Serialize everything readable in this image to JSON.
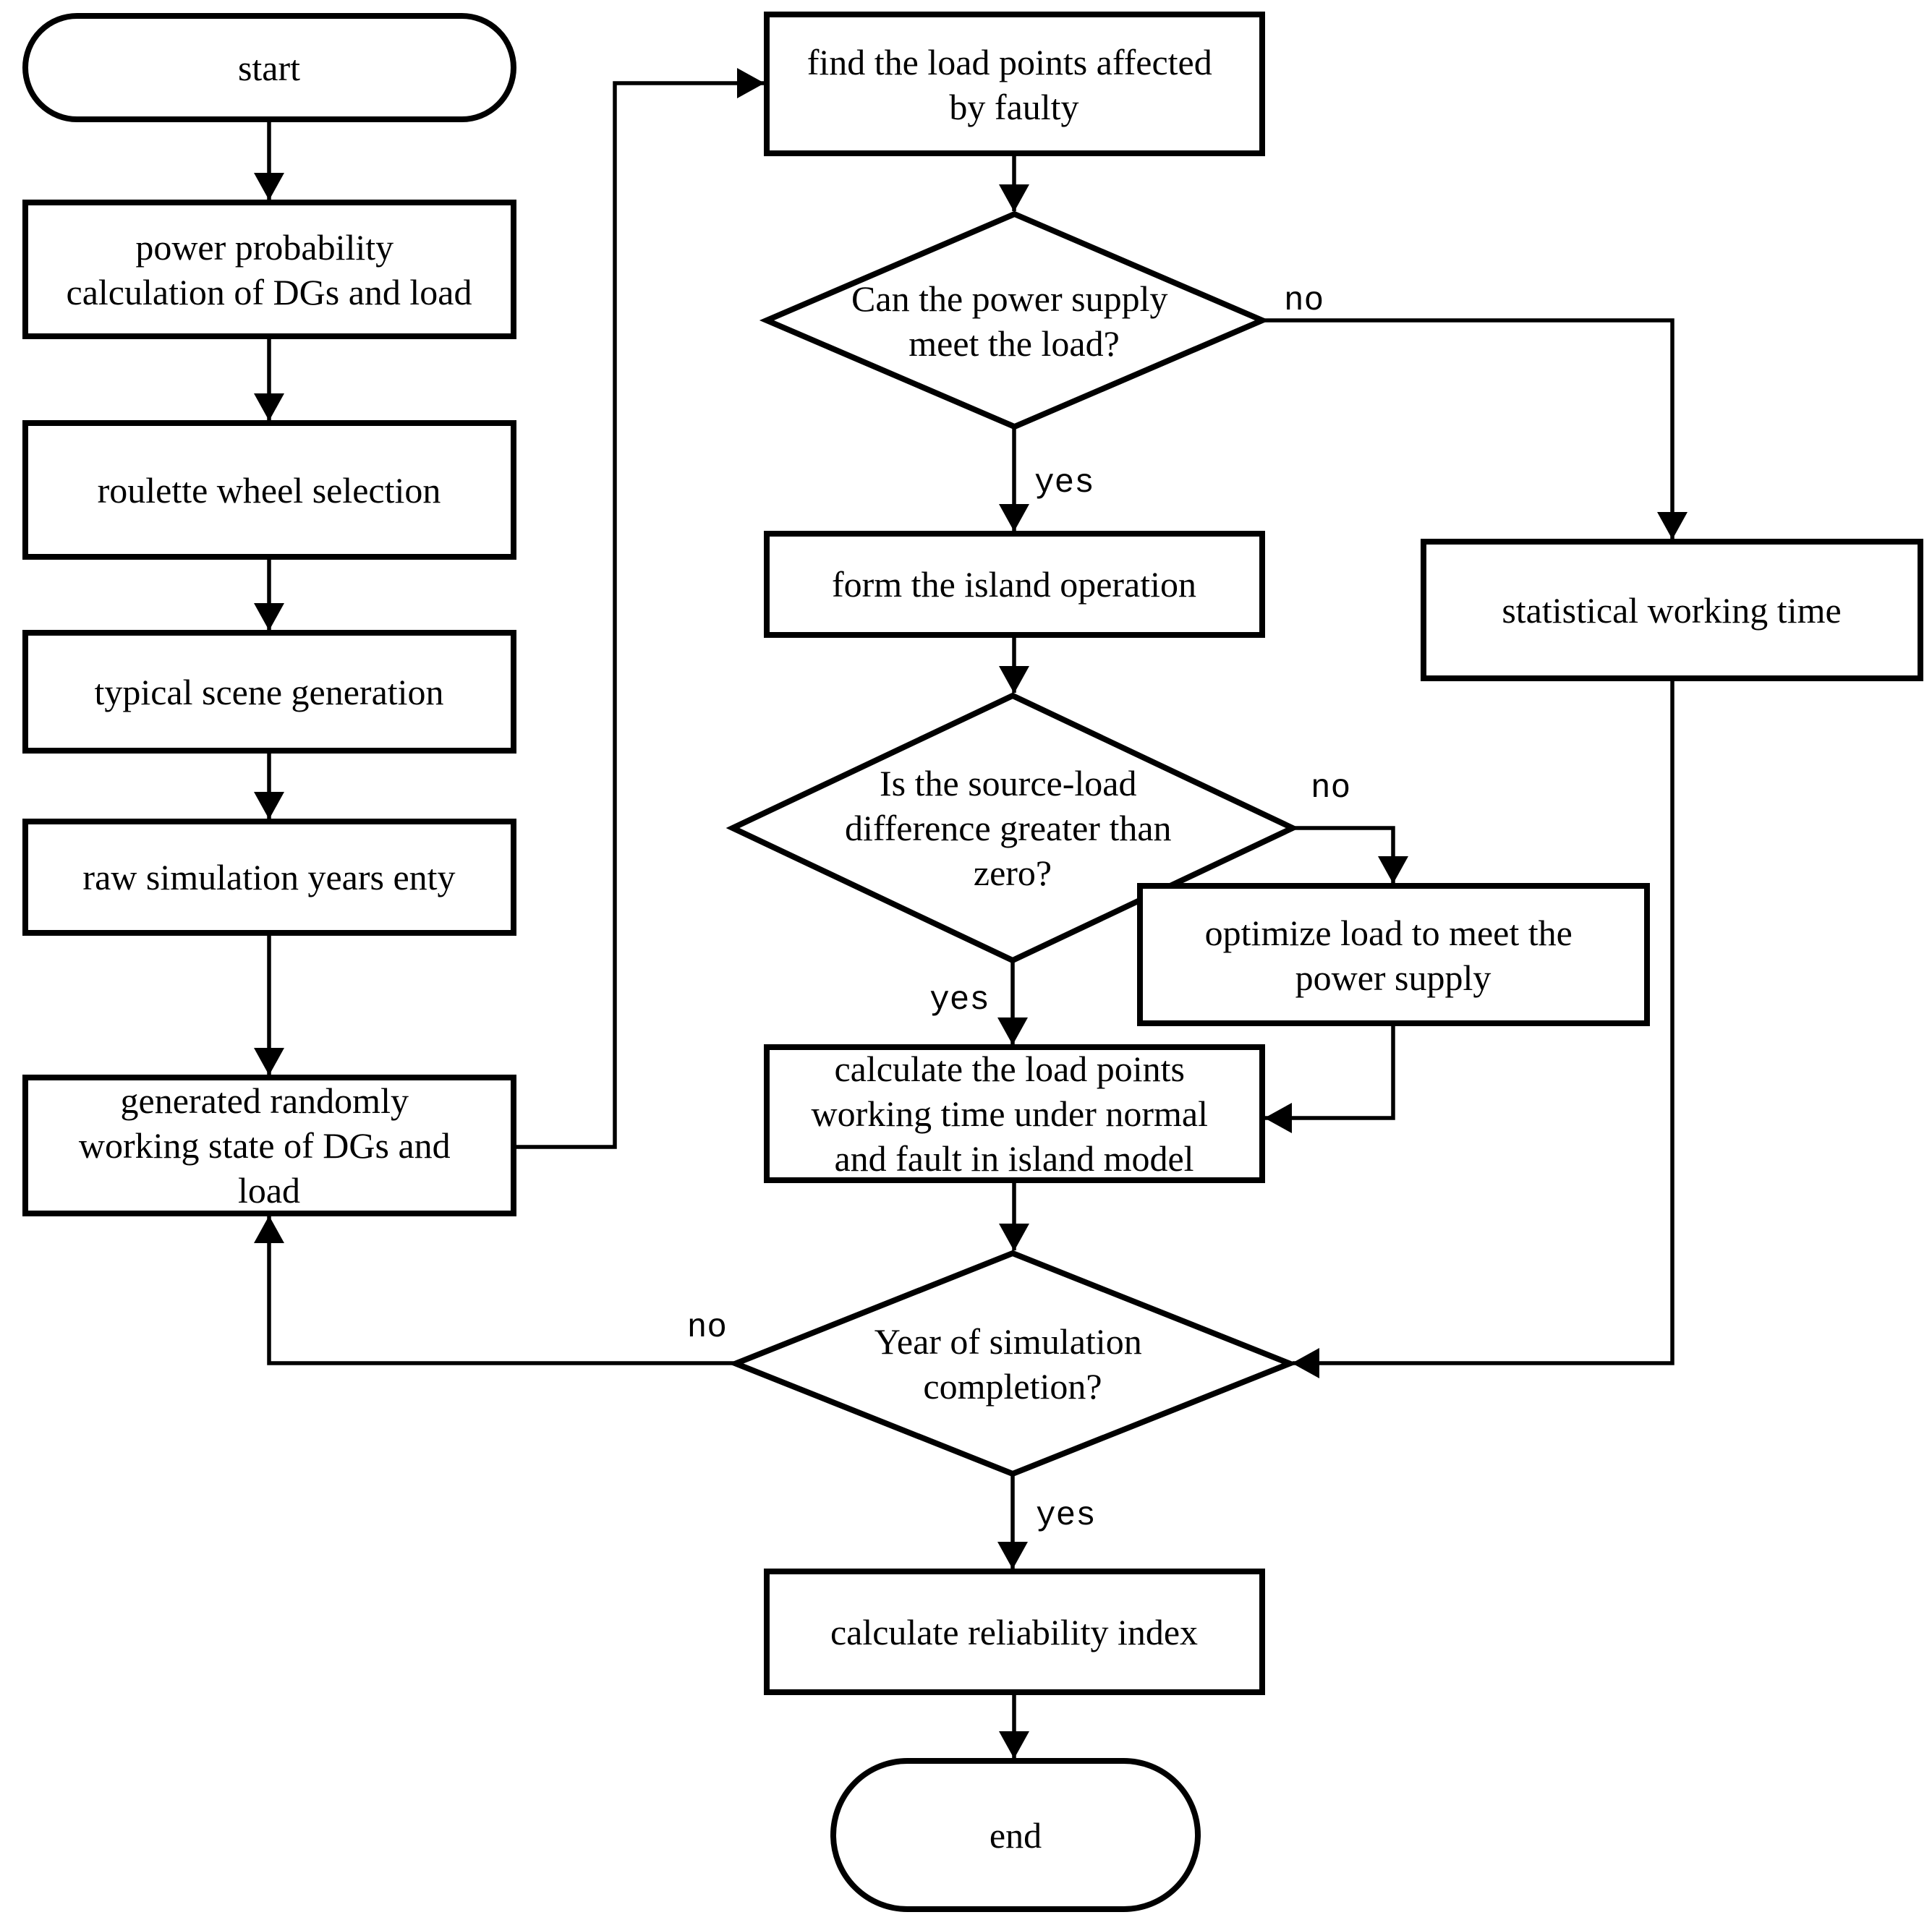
{
  "diagram": {
    "type": "flowchart",
    "colors": {
      "line": "#000000",
      "fill": "#ffffff"
    },
    "nodes": {
      "start": {
        "shape": "terminator",
        "label": "start"
      },
      "power_prob": {
        "shape": "process",
        "lines": [
          "power probability",
          "calculation of DGs and load"
        ]
      },
      "roulette": {
        "shape": "process",
        "label": "roulette wheel selection"
      },
      "typical_scene": {
        "shape": "process",
        "label": "typical scene generation"
      },
      "raw_sim": {
        "shape": "process",
        "label": "raw simulation years enty"
      },
      "gen_random": {
        "shape": "process",
        "lines": [
          "generated randomly",
          "working state of DGs and",
          "load"
        ]
      },
      "find_load": {
        "shape": "process",
        "lines": [
          "find the load points affected",
          "by faulty"
        ]
      },
      "can_supply": {
        "shape": "decision",
        "lines": [
          "Can the power supply",
          "meet the load?"
        ]
      },
      "form_island": {
        "shape": "process",
        "label": "form the island operation"
      },
      "source_load": {
        "shape": "decision",
        "lines": [
          "Is the source-load",
          "difference greater than",
          "zero?"
        ]
      },
      "optimize_load": {
        "shape": "process",
        "lines": [
          "optimize load to meet the",
          "power supply"
        ]
      },
      "calc_load": {
        "shape": "process",
        "lines": [
          "calculate the load points",
          "working time under normal",
          "and fault in island model"
        ]
      },
      "stat_time": {
        "shape": "process",
        "label": "statistical working time"
      },
      "year_sim": {
        "shape": "decision",
        "lines": [
          "Year of simulation",
          "completion?"
        ]
      },
      "calc_rel": {
        "shape": "process",
        "label": "calculate reliability index"
      },
      "end": {
        "shape": "terminator",
        "label": "end"
      }
    },
    "edges": [
      {
        "from": "start",
        "to": "power_prob",
        "label": ""
      },
      {
        "from": "power_prob",
        "to": "roulette",
        "label": ""
      },
      {
        "from": "roulette",
        "to": "typical_scene",
        "label": ""
      },
      {
        "from": "typical_scene",
        "to": "raw_sim",
        "label": ""
      },
      {
        "from": "raw_sim",
        "to": "gen_random",
        "label": ""
      },
      {
        "from": "gen_random",
        "to": "find_load",
        "label": ""
      },
      {
        "from": "find_load",
        "to": "can_supply",
        "label": ""
      },
      {
        "from": "can_supply",
        "to": "form_island",
        "label": "yes"
      },
      {
        "from": "can_supply",
        "to": "stat_time",
        "label": "no"
      },
      {
        "from": "form_island",
        "to": "source_load",
        "label": ""
      },
      {
        "from": "source_load",
        "to": "calc_load",
        "label": "yes"
      },
      {
        "from": "source_load",
        "to": "optimize_load",
        "label": "no"
      },
      {
        "from": "optimize_load",
        "to": "calc_load",
        "label": ""
      },
      {
        "from": "calc_load",
        "to": "year_sim",
        "label": ""
      },
      {
        "from": "stat_time",
        "to": "year_sim",
        "label": ""
      },
      {
        "from": "year_sim",
        "to": "gen_random",
        "label": "no"
      },
      {
        "from": "year_sim",
        "to": "calc_rel",
        "label": "yes"
      },
      {
        "from": "calc_rel",
        "to": "end",
        "label": ""
      }
    ]
  }
}
